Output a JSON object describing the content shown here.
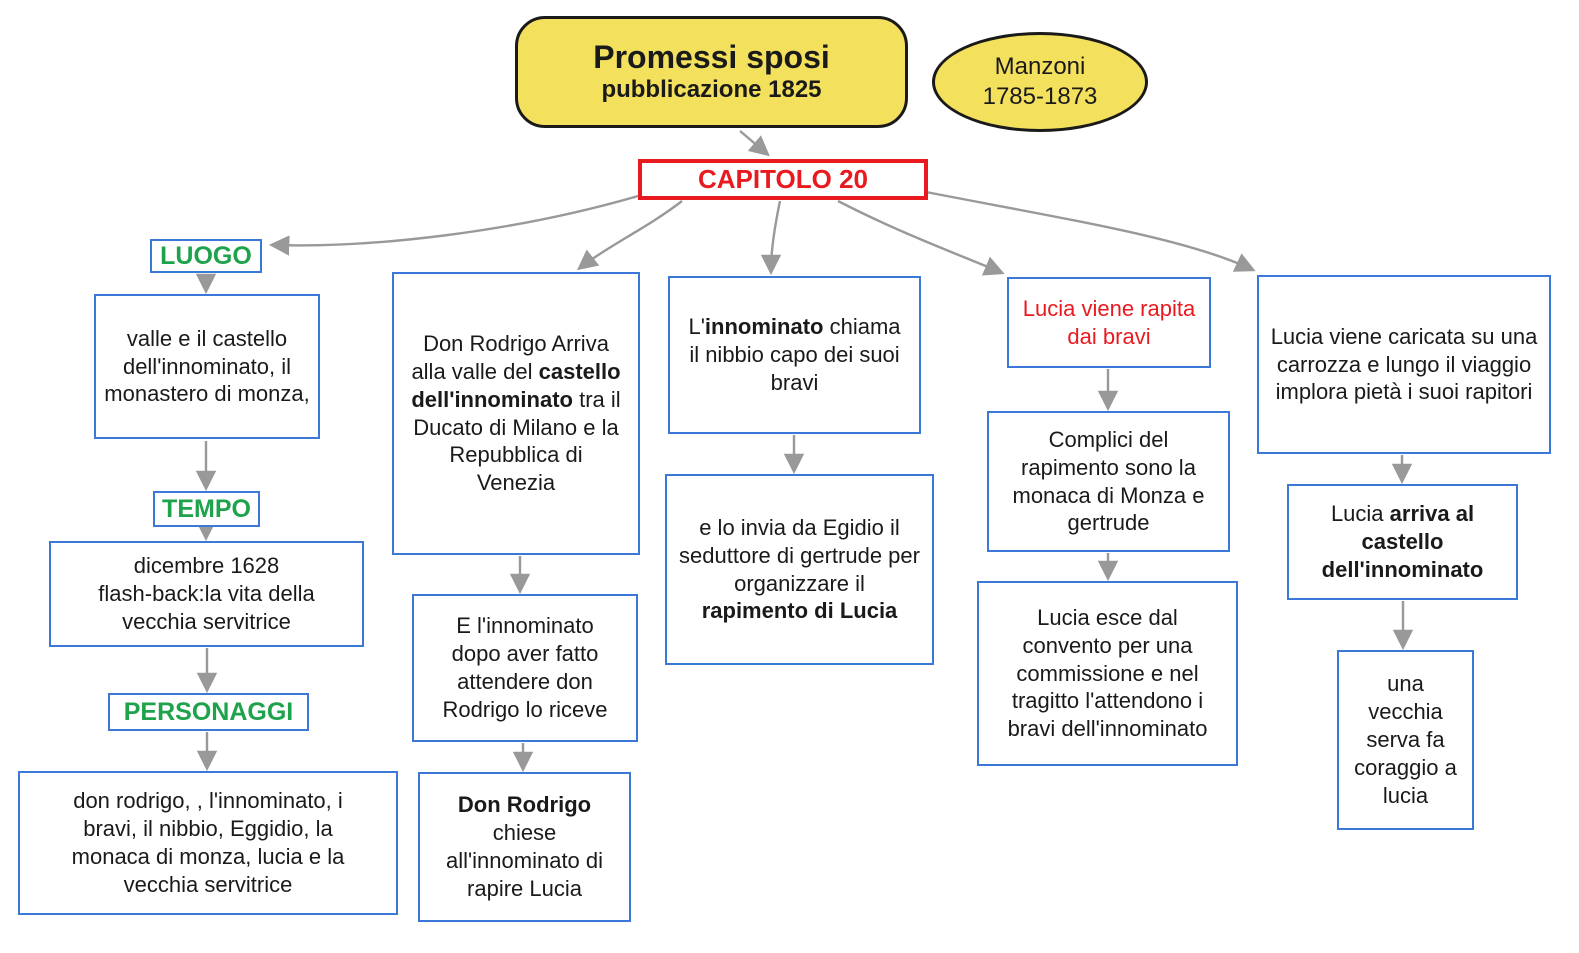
{
  "colors": {
    "node_border_blue": "#3c78d8",
    "label_green": "#1fa24c",
    "accent_red": "#e81a1f",
    "shape_yellow": "#f3e15e",
    "arrow_gray": "#999999",
    "outline_black": "#1a1a1a",
    "text_black": "#1a1a1a"
  },
  "nodes": {
    "promessi": {
      "line1": "Promessi sposi",
      "line2": "pubblicazione 1825"
    },
    "manzoni": {
      "line1": "Manzoni",
      "line2": "1785-1873"
    },
    "capitolo": {
      "label": "CAPITOLO 20"
    },
    "luogo": {
      "label": "LUOGO"
    },
    "valle": {
      "text": "valle e il castello dell'innominato, il monastero di monza,"
    },
    "tempo": {
      "label": "TEMPO"
    },
    "dicembre": {
      "line1": "dicembre 1628",
      "line2": "flash-back:la vita della vecchia servitrice"
    },
    "personaggi": {
      "label": "PERSONAGGI"
    },
    "personaggi_list": {
      "text": "don rodrigo, , l'innominato, i bravi, il nibbio, Eggidio, la monaca di monza, lucia e la vecchia servitrice"
    },
    "rodrigo_arriva": {
      "seg0": "Don Rodrigo Arriva alla valle del ",
      "seg1": "castello dell'innominato",
      "seg2": " tra il Ducato di Milano e la Repubblica di Venezia"
    },
    "innominato_riceve": {
      "text": "E l'innominato dopo aver fatto attendere don Rodrigo lo riceve"
    },
    "rodrigo_chiese": {
      "seg0": "Don Rodrigo",
      "seg1": " chiese all'innominato di rapire Lucia"
    },
    "innominato_chiama": {
      "seg0": "L'",
      "seg1": "innominato",
      "seg2": " chiama il nibbio capo dei suoi bravi"
    },
    "invia_egidio": {
      "seg0": "e lo invia da Egidio il seduttore di gertrude per organizzare il ",
      "seg1": "rapimento di Lucia"
    },
    "lucia_rapita": {
      "text": "Lucia viene rapita dai bravi"
    },
    "complici": {
      "text": "Complici del rapimento sono la monaca di Monza e gertrude"
    },
    "lucia_esce": {
      "text": "Lucia esce dal convento per una commissione e nel tragitto l'attendono i bravi dell'innominato"
    },
    "lucia_carrozza": {
      "text": "Lucia viene caricata su una carrozza e lungo il viaggio implora pietà i suoi rapitori"
    },
    "lucia_arriva": {
      "seg0": "Lucia ",
      "seg1": "arriva al castello dell'innominato"
    },
    "vecchia_serva": {
      "text": "una vecchia serva fa coraggio a lucia"
    }
  }
}
